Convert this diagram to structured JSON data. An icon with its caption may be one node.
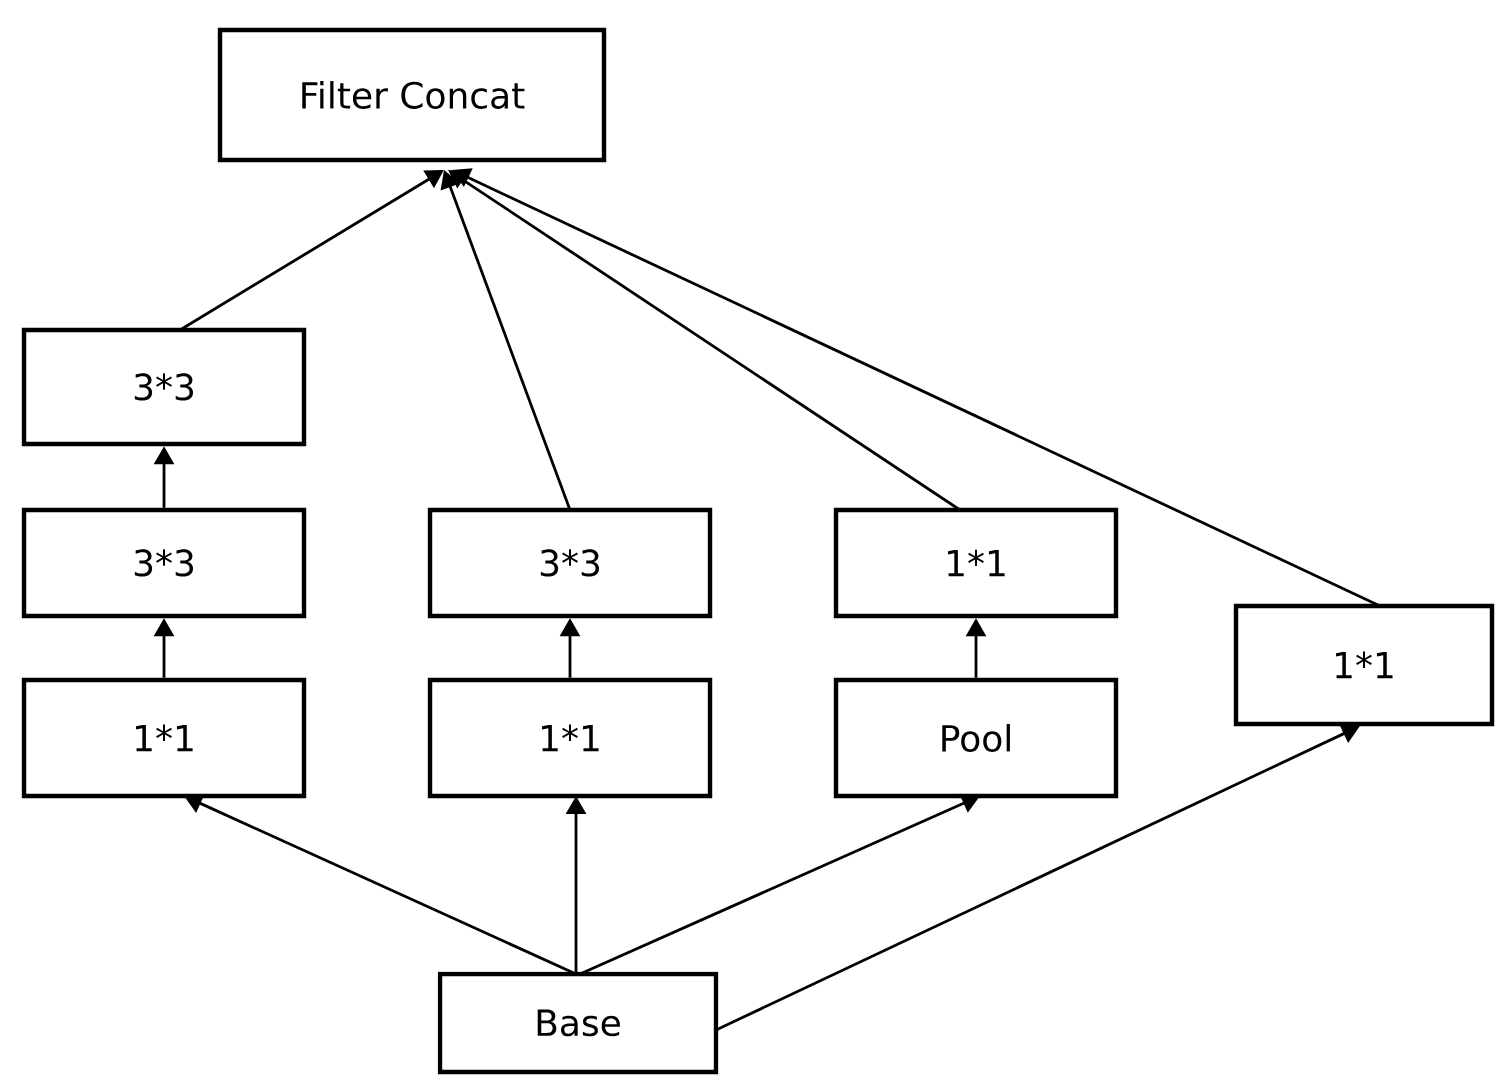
{
  "diagram": {
    "nodes": [
      {
        "text": [
          "Filter Concat"
        ]
      },
      {
        "text": [
          "3*3"
        ]
      },
      {
        "text": [
          "3*3"
        ]
      },
      {
        "text": [
          "1*1"
        ]
      },
      {
        "text": [
          "3*3"
        ]
      },
      {
        "text": [
          "1*1"
        ]
      },
      {
        "text": [
          "1*1"
        ]
      },
      {
        "text": [
          "Pool"
        ]
      },
      {
        "text": [
          "1*1"
        ]
      },
      {
        "text": [
          "Base"
        ]
      }
    ],
    "edges": [
      {
        "from": 3,
        "to": 2,
        "arrow": "to"
      },
      {
        "from": 2,
        "to": 1,
        "arrow": "to"
      },
      {
        "from": 5,
        "to": 4,
        "arrow": "to"
      },
      {
        "from": 7,
        "to": 6,
        "arrow": "to"
      },
      {
        "from": 1,
        "to": 0,
        "arrow": "to"
      },
      {
        "from": 4,
        "to": 0,
        "arrow": "to"
      },
      {
        "from": 6,
        "to": 0,
        "arrow": "to"
      },
      {
        "from": 8,
        "to": 0,
        "arrow": "to"
      },
      {
        "from": 9,
        "to": 3,
        "arrow": "to"
      },
      {
        "from": 9,
        "to": 5,
        "arrow": "to"
      },
      {
        "from": 9,
        "to": 7,
        "arrow": "to"
      },
      {
        "from": 9,
        "to": 8,
        "arrow": "to"
      }
    ]
  }
}
